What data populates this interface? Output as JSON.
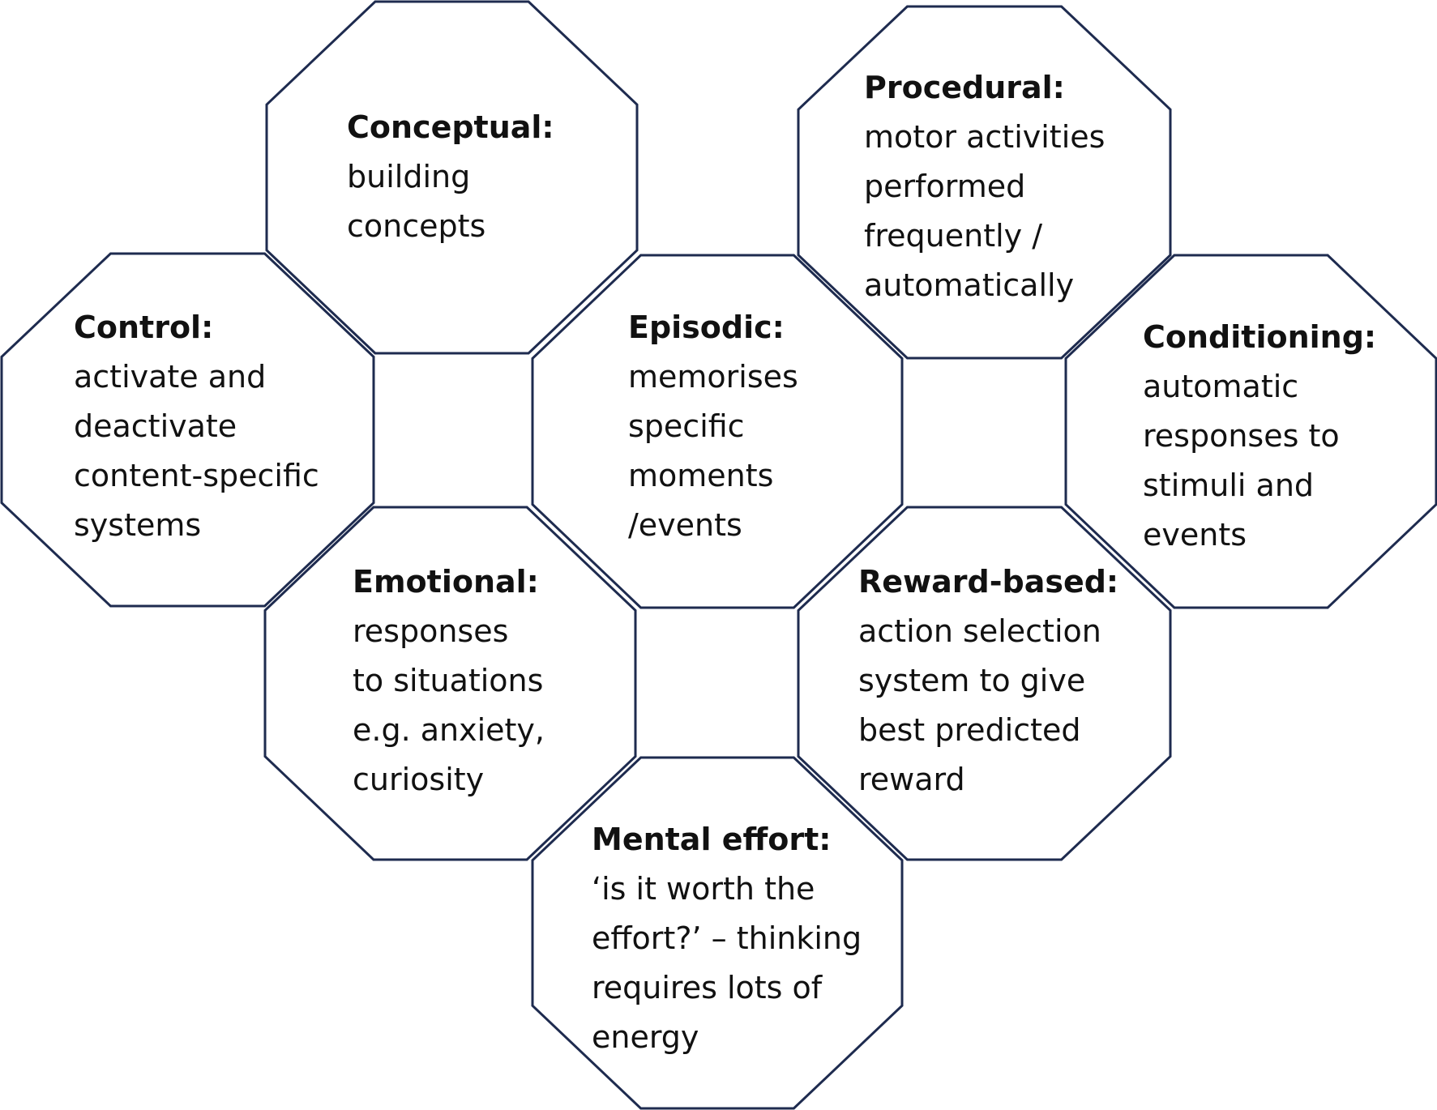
{
  "diagram": {
    "colors": {
      "outline": "#1e2b4f",
      "fill": "#ffffff",
      "text": "#111111"
    },
    "nodes": [
      {
        "id": "conceptual",
        "title": "Conceptual:",
        "lines": [
          "building",
          "concepts"
        ]
      },
      {
        "id": "procedural",
        "title": "Procedural:",
        "lines": [
          "motor activities",
          "performed",
          "frequently /",
          "automatically"
        ]
      },
      {
        "id": "control",
        "title": "Control:",
        "lines": [
          "activate and",
          "deactivate",
          "content-specific",
          "systems"
        ]
      },
      {
        "id": "episodic",
        "title": "Episodic:",
        "lines": [
          "memorises",
          "specific",
          "moments",
          "/events"
        ]
      },
      {
        "id": "conditioning",
        "title": "Conditioning:",
        "lines": [
          "automatic",
          "responses to",
          "stimuli and",
          "events"
        ]
      },
      {
        "id": "emotional",
        "title": "Emotional:",
        "lines": [
          "responses",
          "to situations",
          "e.g. anxiety,",
          "curiosity"
        ]
      },
      {
        "id": "reward-based",
        "title": "Reward-based:",
        "lines": [
          "action selection",
          "system to give",
          "best predicted",
          "reward"
        ]
      },
      {
        "id": "mental-effort",
        "title": "Mental effort:",
        "lines": [
          "‘is it worth the",
          "effort?’ – thinking",
          "requires lots of",
          "energy"
        ]
      }
    ]
  }
}
